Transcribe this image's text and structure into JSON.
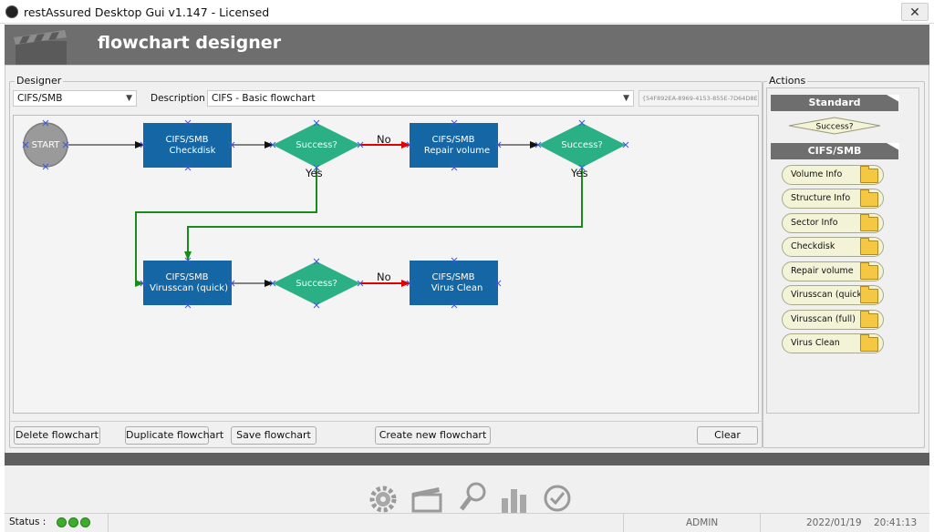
{
  "window": {
    "title": "restAssured Desktop Gui v1.147 - Licensed",
    "close_glyph": "✕"
  },
  "header": {
    "heading": "flowchart designer",
    "icon": "clapperboard-icon"
  },
  "designer": {
    "group_label": "Designer",
    "category_value": "CIFS/SMB",
    "description_label": "Description",
    "description_value": "CIFS - Basic flowchart",
    "guid": "{54F892EA-8969-4153-855E-7D64D8E",
    "dropdown_glyph": "▼"
  },
  "flowchart": {
    "nodes": {
      "start": "START",
      "checkdisk_line1": "CIFS/SMB",
      "checkdisk_line2": "Checkdisk",
      "success1": "Success?",
      "repair_line1": "CIFS/SMB",
      "repair_line2": "Repair volume",
      "success2": "Success?",
      "virusscan_line1": "CIFS/SMB",
      "virusscan_line2": "Virusscan (quick)",
      "success3": "Success?",
      "virusclean_line1": "CIFS/SMB",
      "virusclean_line2": "Virus Clean"
    },
    "edges": {
      "no1": "No",
      "yes1": "Yes",
      "yes2": "Yes",
      "no2": "No"
    },
    "colors": {
      "task": "#1566a5",
      "decision": "#2bb085",
      "start": "#9a9a9a",
      "edge_default": "#111111",
      "edge_no": "#e00000",
      "edge_yes": "#1a8a1a"
    }
  },
  "buttons": {
    "delete": "Delete flowchart",
    "duplicate": "Duplicate flowchart",
    "save": "Save flowchart",
    "create": "Create new flowchart",
    "clear": "Clear"
  },
  "actions": {
    "group_label": "Actions",
    "standard_header": "Standard",
    "standard_item": "Success?",
    "cifs_header": "CIFS/SMB",
    "items": [
      "Volume Info",
      "Structure Info",
      "Sector Info",
      "Checkdisk",
      "Repair volume",
      "Virusscan (quick)",
      "Virusscan (full)",
      "Virus Clean"
    ]
  },
  "toolbar_icons": [
    "gear-icon",
    "clapperboard-icon",
    "magnifier-icon",
    "bar-chart-icon",
    "clock-check-icon"
  ],
  "status": {
    "label": "Status :",
    "indicator_color": "#3cad2b",
    "user": "ADMIN",
    "date": "2022/01/19",
    "time": "20:41:13"
  }
}
